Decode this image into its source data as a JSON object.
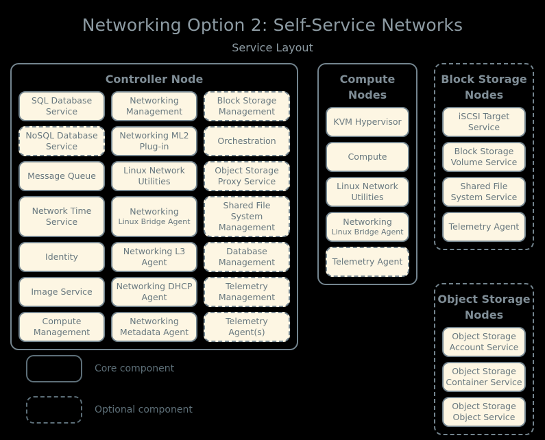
{
  "header": {
    "title": "Networking Option 2: Self-Service Networks",
    "subtitle": "Service Layout"
  },
  "colors": {
    "background": "#000000",
    "box_fill": "#fdf6e3",
    "box_border": "#74858f",
    "box_text": "#68787f",
    "title_text": "#8d9ba3",
    "node_title_text": "#7f8d96",
    "legend_text": "#5e7079"
  },
  "nodes": [
    {
      "id": "controller",
      "title": "Controller Node",
      "style": "core",
      "columns": 3,
      "services": [
        {
          "label": "SQL Database Service",
          "style": "core"
        },
        {
          "label": "Networking Management",
          "style": "core"
        },
        {
          "label": "Block Storage Management",
          "style": "optional"
        },
        {
          "label": "NoSQL Database Service",
          "style": "optional"
        },
        {
          "label": "Networking ML2 Plug-in",
          "style": "core"
        },
        {
          "label": "Orchestration",
          "style": "optional"
        },
        {
          "label": "Message Queue",
          "style": "core"
        },
        {
          "label": "Linux Network Utilities",
          "style": "core"
        },
        {
          "label": "Object Storage Proxy Service",
          "style": "optional"
        },
        {
          "label": "Network Time Service",
          "style": "core"
        },
        {
          "label": "Networking",
          "sublabel": "Linux Bridge Agent",
          "style": "core"
        },
        {
          "label": "Shared File System Management",
          "style": "optional"
        },
        {
          "label": "Identity",
          "style": "core"
        },
        {
          "label": "Networking L3 Agent",
          "style": "core"
        },
        {
          "label": "Database Management",
          "style": "optional"
        },
        {
          "label": "Image Service",
          "style": "core"
        },
        {
          "label": "Networking DHCP Agent",
          "style": "core"
        },
        {
          "label": "Telemetry Management",
          "style": "optional"
        },
        {
          "label": "Compute Management",
          "style": "core"
        },
        {
          "label": "Networking Metadata Agent",
          "style": "core"
        },
        {
          "label": "Telemetry Agent(s)",
          "style": "optional"
        }
      ]
    },
    {
      "id": "compute",
      "title": "Compute Nodes",
      "style": "core",
      "columns": 1,
      "services": [
        {
          "label": "KVM Hypervisor",
          "style": "core"
        },
        {
          "label": "Compute",
          "style": "core"
        },
        {
          "label": "Linux Network Utilities",
          "style": "core"
        },
        {
          "label": "Networking",
          "sublabel": "Linux Bridge Agent",
          "style": "core"
        },
        {
          "label": "Telemetry Agent",
          "style": "optional"
        }
      ]
    },
    {
      "id": "block-storage",
      "title": "Block Storage Nodes",
      "style": "optional",
      "columns": 1,
      "services": [
        {
          "label": "iSCSI Target Service",
          "style": "core"
        },
        {
          "label": "Block Storage Volume Service",
          "style": "core"
        },
        {
          "label": "Shared File System Service",
          "style": "core"
        },
        {
          "label": "Telemetry Agent",
          "style": "core"
        }
      ]
    },
    {
      "id": "object-storage",
      "title": "Object Storage Nodes",
      "style": "optional",
      "columns": 1,
      "services": [
        {
          "label": "Object Storage Account Service",
          "style": "core"
        },
        {
          "label": "Object Storage Container Service",
          "style": "core"
        },
        {
          "label": "Object Storage Object Service",
          "style": "core"
        }
      ]
    }
  ],
  "legend": [
    {
      "id": "core",
      "label": "Core component",
      "style": "core"
    },
    {
      "id": "optional",
      "label": "Optional component",
      "style": "optional"
    }
  ]
}
